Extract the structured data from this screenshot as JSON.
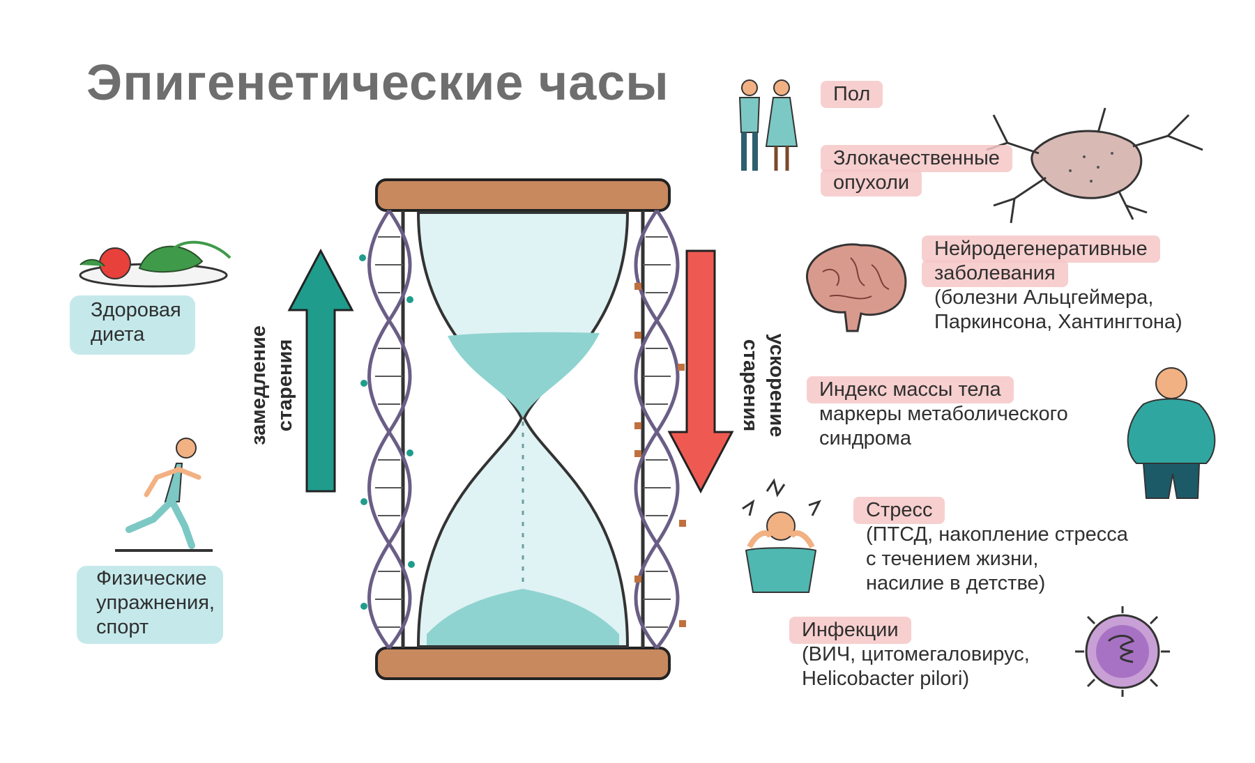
{
  "title": "Эпигенетические часы",
  "left": {
    "diet": {
      "line1": "Здоровая",
      "line2": "диета",
      "icon": "vegetable-plate-icon"
    },
    "exercise": {
      "line1": "Физические",
      "line2": "упражнения,",
      "line3": "спорт",
      "icon": "running-person-icon"
    }
  },
  "arrows": {
    "slow": {
      "line1": "замедление",
      "line2": "старения",
      "color": "#1f9c8c"
    },
    "fast": {
      "line1": "ускорение",
      "line2": "старения",
      "color": "#ee5a52"
    }
  },
  "right": {
    "sex": {
      "label": "Пол",
      "icon": "couple-icon"
    },
    "tumor": {
      "line1": "Злокачественные",
      "line2": "опухоли",
      "icon": "cancer-cell-icon"
    },
    "neuro": {
      "line1": "Нейродегенеративные",
      "line2": "заболевания",
      "line3": "(болезни Альцгеймера,",
      "line4": "Паркинсона, Хантингтона)",
      "icon": "brain-icon"
    },
    "bmi": {
      "line1": "Индекс массы тела",
      "line2": "маркеры метаболического",
      "line3": "синдрома",
      "icon": "overweight-person-icon"
    },
    "stress": {
      "line1": "Стресс",
      "line2": "(ПТСД, накопление стресса",
      "line3": "с течением жизни,",
      "line4": "насилие в детстве)",
      "icon": "stressed-person-icon"
    },
    "infect": {
      "line1": "Инфекции",
      "line2": "(ВИЧ, цитомегаловирус,",
      "line3": "Helicobacter pilori)",
      "icon": "virus-icon"
    }
  },
  "colors": {
    "teal": "#1f9c8c",
    "coral": "#ee5a52",
    "wood": "#c8895f",
    "sand": "#8fd3d0"
  }
}
